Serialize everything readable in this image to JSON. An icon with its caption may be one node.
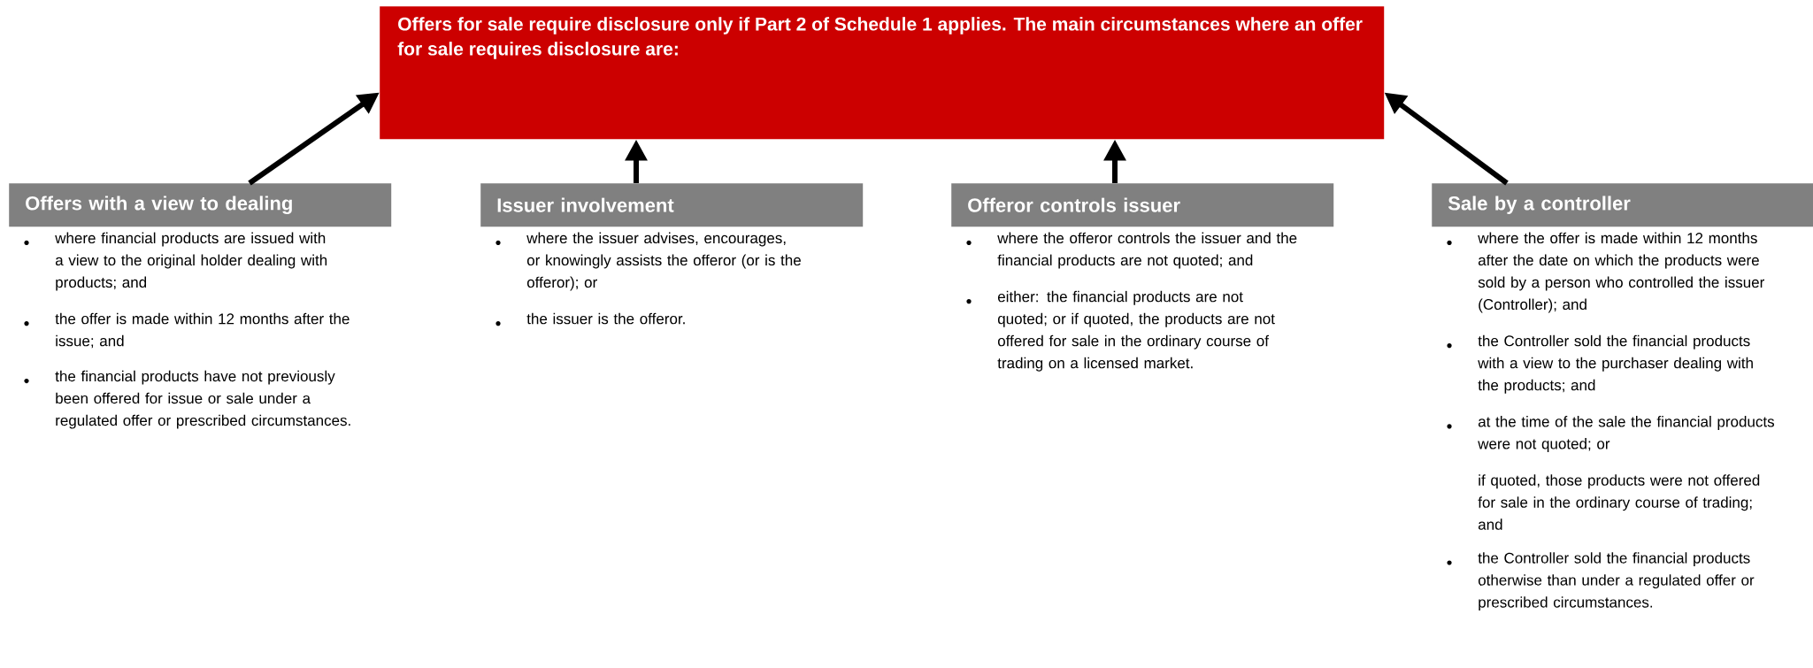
{
  "diagram": {
    "nodes": [
      {
        "text": [
          "Offers for sale require disclosure only if Part 2 of Schedule 1 applies. The main circumstances where an offer for sale requires disclosure are:"
        ]
      },
      {
        "text": [
          "Offers with a view to dealing"
        ],
        "beside": [
          "where financial products are issued with a view to the original holder dealing with products; and",
          "the offer is made within 12 months after the issue; and",
          "the financial products have not previously been offered for issue or sale under a regulated offer or prescribed circumstances."
        ]
      },
      {
        "text": [
          "Issuer involvement"
        ],
        "beside": [
          "where the issuer advises, encourages, or knowingly assists the offeror (or is the offeror); or",
          "the issuer is the offeror."
        ]
      },
      {
        "text": [
          "Offeror controls issuer"
        ],
        "beside": [
          "where the offeror controls the issuer and the financial products are not quoted; and",
          "either: the financial products are not quoted; or if quoted, the products are not offered for sale in the ordinary course of trading on a licensed market."
        ]
      },
      {
        "text": [
          "Sale by a controller"
        ],
        "beside": [
          "where the offer is made within 12 months after the date on which the products were sold by a person who controlled the issuer (Controller); and",
          "the Controller sold the financial products with a view to the purchaser dealing with the products; and",
          "at the time of the sale the financial products were not quoted; or",
          "if quoted, those products were not offered for sale in the ordinary course of trading; and",
          "the Controller sold the financial products otherwise than under a regulated offer or prescribed circumstances."
        ]
      }
    ],
    "edges": [
      {
        "from": 1,
        "to": 0,
        "arrow": "to"
      },
      {
        "from": 2,
        "to": 0,
        "arrow": "to"
      },
      {
        "from": 3,
        "to": 0,
        "arrow": "to"
      },
      {
        "from": 4,
        "to": 0,
        "arrow": "to"
      }
    ]
  }
}
